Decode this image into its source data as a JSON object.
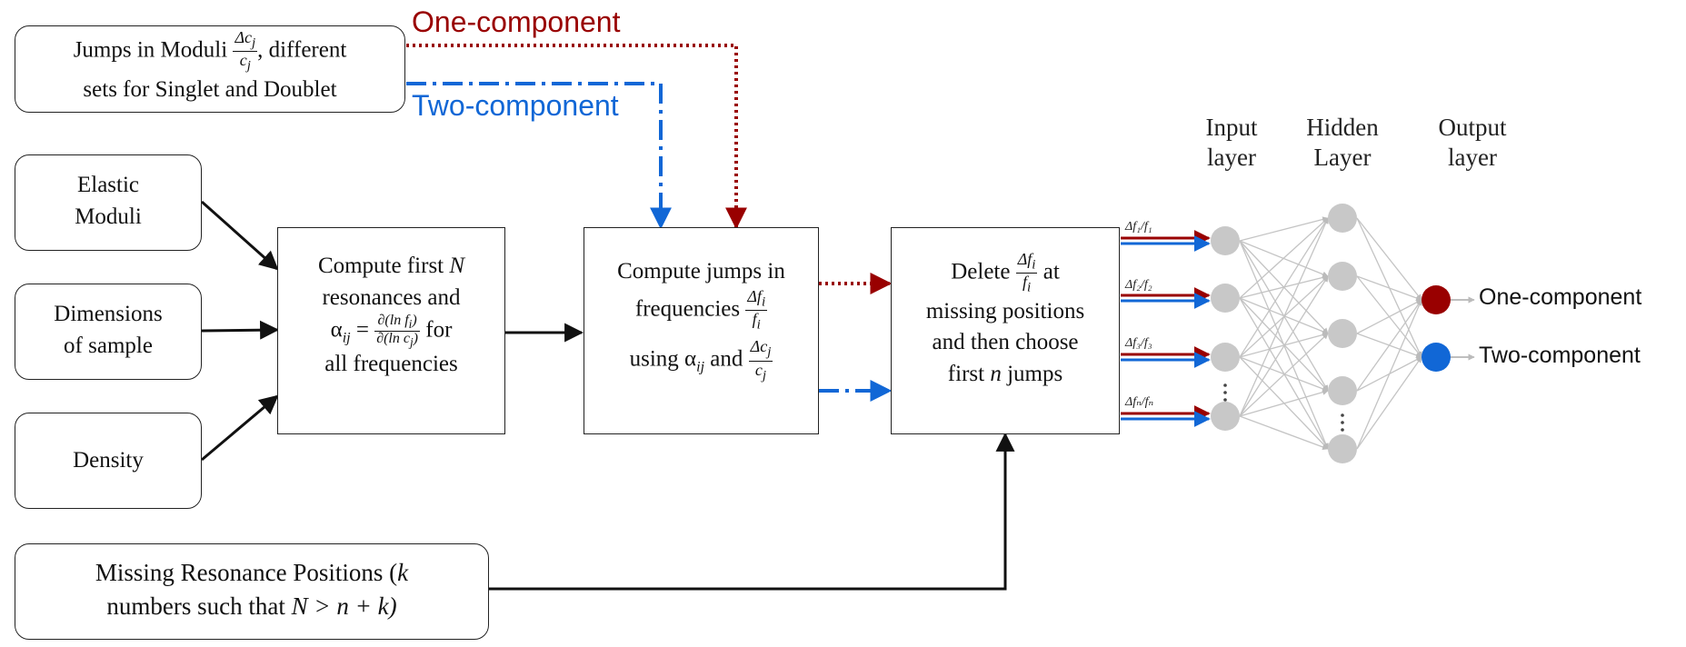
{
  "colors": {
    "one_component": "#990000",
    "two_component": "#1167d6",
    "neuron": "#c8c8c8",
    "line": "#111111"
  },
  "top_legend": {
    "one_component": "One-component",
    "two_component": "Two-component"
  },
  "boxes": {
    "jumps_moduli": {
      "line1_prefix": "Jumps in Moduli",
      "frac_num": "Δc",
      "frac_num_sub": "j",
      "frac_den": "c",
      "frac_den_sub": "j",
      "line1_suffix": ", different",
      "line2": "sets for Singlet and Doublet"
    },
    "elastic_moduli": {
      "line1": "Elastic",
      "line2": "Moduli"
    },
    "dimensions": {
      "line1": "Dimensions",
      "line2": "of sample"
    },
    "density": {
      "label": "Density"
    },
    "missing": {
      "line1": "Missing Resonance Positions (",
      "line1_var": "k",
      "line2": "numbers such that",
      "line2_math": "N > n + k)"
    },
    "compute_resonances": {
      "line1": "Compute first",
      "line1_var": "N",
      "line2": "resonances and",
      "alpha": "α",
      "alpha_sub": "ij",
      "eq": "=",
      "frac_num": "∂(ln f",
      "frac_num_sub": "i",
      "frac_num_end": ")",
      "frac_den": "∂(ln c",
      "frac_den_sub": "j",
      "frac_den_end": ")",
      "after_frac": "for",
      "line4": "all frequencies"
    },
    "compute_jumps": {
      "line1": "Compute jumps in",
      "line2": "frequencies",
      "f_num": "Δf",
      "f_num_sub": "i",
      "f_den": "f",
      "f_den_sub": "i",
      "line3_prefix": "using α",
      "line3_sub": "ij",
      "line3_mid": "and",
      "c_num": "Δc",
      "c_num_sub": "j",
      "c_den": "c",
      "c_den_sub": "j"
    },
    "delete": {
      "prefix": "Delete",
      "f_num": "Δf",
      "f_num_sub": "i",
      "f_den": "f",
      "f_den_sub": "i",
      "suffix": "at",
      "line2": "missing positions",
      "line3": "and then choose",
      "line4_prefix": "first",
      "line4_var": "n",
      "line4_suffix": "jumps"
    }
  },
  "network": {
    "input_layer": {
      "line1": "Input",
      "line2": "layer"
    },
    "hidden_layer": {
      "line1": "Hidden",
      "line2": "Layer"
    },
    "output_layer": {
      "line1": "Output",
      "line2": "layer"
    },
    "input_labels": [
      "Δf₁/f₁",
      "Δf₂/f₂",
      "Δf₃/f₃",
      "Δfₙ/fₙ"
    ],
    "outputs": [
      "One-component",
      "Two-component"
    ]
  }
}
